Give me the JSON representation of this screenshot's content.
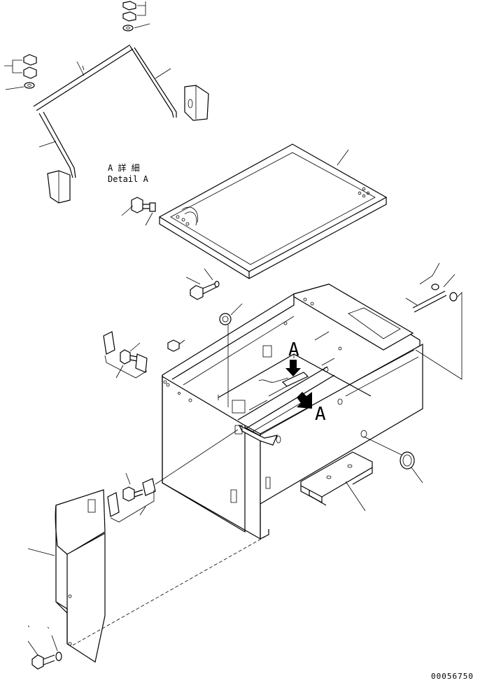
{
  "detail_label": {
    "jp": "A 詳 細",
    "en": "Detail A"
  },
  "view_markers": {
    "marker_1": "A",
    "marker_2": "A"
  },
  "drawing_number": "00056750"
}
